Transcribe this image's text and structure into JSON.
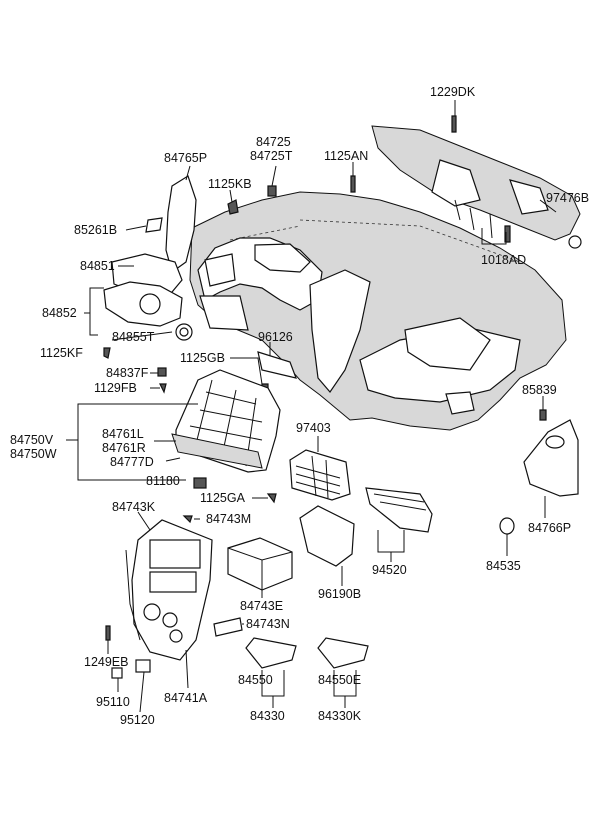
{
  "labels": {
    "l_1229DK": "1229DK",
    "l_84725": "84725",
    "l_84725T": "84725T",
    "l_84765P": "84765P",
    "l_1125AN": "1125AN",
    "l_1125KB": "1125KB",
    "l_97476B": "97476B",
    "l_85261B": "85261B",
    "l_1018AD": "1018AD",
    "l_84851": "84851",
    "l_84852": "84852",
    "l_84855T": "84855T",
    "l_96126": "96126",
    "l_1125KF": "1125KF",
    "l_1125GB": "1125GB",
    "l_84837F": "84837F",
    "l_1129FB": "1129FB",
    "l_85839": "85839",
    "l_97403": "97403",
    "l_84750V": "84750V",
    "l_84750W": "84750W",
    "l_84761L": "84761L",
    "l_84761R": "84761R",
    "l_84777D": "84777D",
    "l_81180": "81180",
    "l_1125GA": "1125GA",
    "l_84766P": "84766P",
    "l_84743K": "84743K",
    "l_84743M": "84743M",
    "l_94520": "94520",
    "l_84535": "84535",
    "l_84743E": "84743E",
    "l_96190B": "96190B",
    "l_84743N": "84743N",
    "l_1249EB": "1249EB",
    "l_84550": "84550",
    "l_84550E": "84550E",
    "l_95110": "95110",
    "l_84741A": "84741A",
    "l_84330": "84330",
    "l_84330K": "84330K",
    "l_95120": "95120"
  }
}
